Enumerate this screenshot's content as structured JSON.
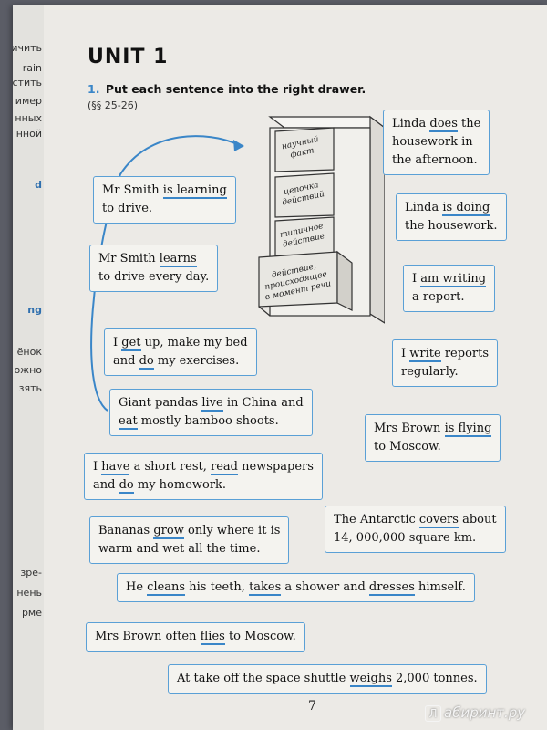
{
  "unit_title": "UNIT 1",
  "task": {
    "number": "1.",
    "instruction": "Put each sentence into the right drawer.",
    "reference": "(§§ 25-26)"
  },
  "drawers": [
    {
      "line1": "научный",
      "line2": "факт",
      "line3": ""
    },
    {
      "line1": "цепочка",
      "line2": "действий",
      "line3": ""
    },
    {
      "line1": "типичное",
      "line2": "действие",
      "line3": ""
    },
    {
      "line1": "действие,",
      "line2": "происходящее",
      "line3": "в момент речи"
    }
  ],
  "sentences": [
    {
      "pre": "Linda ",
      "u1": "does",
      "mid": " the",
      "l2": "housework in",
      "l3": "the afternoon."
    },
    {
      "pre": "Mr Smith ",
      "u1": "is learning",
      "l2": "to drive."
    },
    {
      "pre": "Linda ",
      "u1": "is doing",
      "l2": "the housework."
    },
    {
      "pre": "Mr Smith ",
      "u1": "learns",
      "l2": "to drive every day."
    },
    {
      "pre": "I ",
      "u1": "am writing",
      "l2": "a report."
    },
    {
      "pre": "I ",
      "u1": "get",
      "mid": " up, make my bed",
      "l2a": "and ",
      "u2": "do",
      "l2b": " my exercises."
    },
    {
      "pre": "I ",
      "u1": "write",
      "mid": " reports",
      "l2": "regularly."
    },
    {
      "pre": "Giant pandas ",
      "u1": "live",
      "mid": " in China and",
      "u2": "eat",
      "l2b": " mostly bamboo shoots."
    },
    {
      "pre": "Mrs Brown ",
      "u1": "is flying",
      "l2": "to Moscow."
    },
    {
      "pre": "I ",
      "u1": "have",
      "mid": " a short rest, ",
      "u2": "read",
      "mid2": " newspapers",
      "l2a": "and ",
      "u3": "do",
      "l2b": " my homework."
    },
    {
      "pre": "Bananas ",
      "u1": "grow",
      "mid": " only where it is",
      "l2": "warm and wet all the time."
    },
    {
      "pre": "The Antarctic ",
      "u1": "covers",
      "mid": " about",
      "l2": "14, 000,000 square km."
    },
    {
      "pre": "He ",
      "u1": "cleans",
      "mid": " his teeth, ",
      "u2": "takes",
      "mid2": " a shower and ",
      "u3": "dresses",
      "post": " himself."
    },
    {
      "pre": "Mrs Brown often ",
      "u1": "flies",
      "post": " to Moscow."
    },
    {
      "pre": "At take off the space shuttle ",
      "u1": "weighs",
      "post": " 2,000 tonnes."
    }
  ],
  "margin_fragments": [
    "ичить",
    "rain",
    "стить",
    "имер",
    "нных",
    "нной",
    "d",
    "ng",
    "ёнок",
    "ожно",
    "зять",
    "зре-",
    "нень",
    "рме"
  ],
  "page_number": "7",
  "watermark": {
    "logo": "Л",
    "text": "абиринт.ру"
  },
  "colors": {
    "accent": "#3a86c8",
    "box_border": "#5aa0d6"
  }
}
